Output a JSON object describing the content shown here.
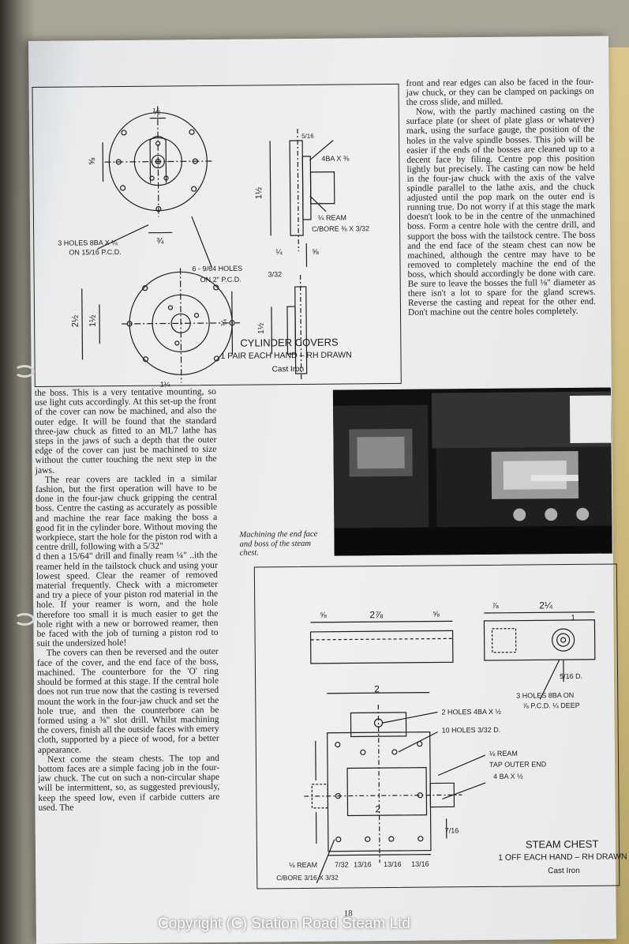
{
  "drawing_top": {
    "title": "CYLINDER COVERS",
    "subtitle": "1 PAIR EACH HAND – RH DRAWN",
    "material": "Cast Iron",
    "labels": {
      "holes_3": "3 HOLES 8BA x ¼",
      "pcd": "ON 15/16 P.C.D.",
      "holes_6": "6 - 9/64 HOLES",
      "pcd2": "ON 2\" P.C.D.",
      "tap": "4BA x ⅜",
      "ream": "¼ REAM",
      "cbore": "C/BORE ⅜ x 3/32",
      "half": "½",
      "five_eighths": "⅝",
      "three_quarter": "¾",
      "five_sixteenth": "5/16",
      "one_half_top": "1½",
      "quarter": "¼",
      "three_32": "3/32",
      "two_half": "2½",
      "one_half": "1½",
      "one_quarter": "1¼"
    }
  },
  "drawing_bottom": {
    "title": "STEAM CHEST",
    "subtitle": "1 OFF EACH HAND – RH DRAWN",
    "material": "Cast Iron",
    "labels": {
      "five_eighths": "⅝",
      "two_seven_eighths": "2⅞",
      "seven_eighths": "⅞",
      "two_quarter": "2¼",
      "one": "1",
      "three_holes": "3 HOLES 8BA ON",
      "pcd_deep": "⅞ P.C.D. ¼ DEEP",
      "two": "2",
      "two_holes": "2 HOLES 4BA x ½",
      "ten_holes": "10 HOLES 3/32 D.",
      "ream": "⅛ REAM",
      "tap_outer": "TAP OUTER END",
      "tap_ba": "4 BA x ½",
      "ream2": "⅛ REAM",
      "cbore": "C/BORE 3/16 x 3/32",
      "five_16d": "5/16 D.",
      "seven_16": "7/16",
      "seven_32": "7/32",
      "thirteen_16": "13/16"
    }
  },
  "text": {
    "right_col": "front and rear edges can also be faced in the four-jaw chuck, or they can be clamped on packings on the cross slide, and milled.",
    "right_col_p2": "Now, with the partly machined casting on the surface plate (or sheet of plate glass or whatever) mark, using the surface gauge, the position of the holes in the valve spindle bosses. This job will be easier if the ends of the bosses are cleaned up to a decent face by filing. Centre pop this position lightly but precisely. The casting can now be held in the four-jaw chuck with the axis of the valve spindle parallel to the lathe axis, and the chuck adjusted until the pop mark on the outer end is running true. Do not worry if at this stage the mark doesn't look to be in the centre of the unmachined boss. Form a centre hole with the centre drill, and support the boss with the tailstock centre. The boss and the end face of the steam chest can now be machined, although the centre may have to be removed to completely machine the end of the boss, which should accordingly be done with care. Be sure to leave the bosses the full ⅛\" diameter as there isn't a lot to spare for the gland screws. Reverse the casting and repeat for the other end. Don't machine out the centre holes completely.",
    "left_col_p1": "the boss. This is a very tentative mounting, so use light cuts accordingly. At this set-up the front of the cover can now be machined, and also the outer edge. It will be found that the standard three-jaw chuck as fitted to an ML7 lathe has steps in the jaws of such a depth that the outer edge of the cover can just be machined to size without the cutter touching the next step in the jaws.",
    "left_col_p2": "The rear covers are tackled in a similar fashion, but the first operation will have to be done in the four-jaw chuck gripping the central boss. Centre the casting as accurately as possible and machine the rear face making the boss a good fit in the cylinder bore. Without moving the workpiece, start the hole for the piston rod with a centre drill, following with a 5/32\"",
    "left_col_p3": "d then a 15/64\" drill and finally ream ¼\" ..ith the reamer held in the tailstock chuck and using your lowest speed. Clear the reamer of removed material frequently. Check with a micrometer and try a piece of your piston rod material in the hole. If your reamer is worn, and the hole therefore too small it is much easier to get the hole right with a new or borrowed reamer, then be faced with the job of turning a piston rod to suit the undersized hole!",
    "left_col_p4": "The covers can then be reversed and the outer face of the cover, and the end face of the boss, machined. The counterbore for the 'O' ring should be formed at this stage. If the central hole does not run true now that the casting is reversed mount the work in the four-jaw chuck and set the hole true, and then the counterbore can be formed using a ⅜\" slot drill. Whilst machining the covers, finish all the outside faces with emery cloth, supported by a piece of wood, for a better appearance.",
    "left_col_p5": "Next come the steam chests. The top and bottom faces are a simple facing job in the four-jaw chuck. The cut on such a non-circular shape will be intermittent, so, as suggested previously, keep the speed low, even if carbide cutters are used. The",
    "caption": "Machining the end face and boss of the steam chest."
  },
  "page_number": "18",
  "copyright": "Copyright (C) Station Road Steam Ltd"
}
